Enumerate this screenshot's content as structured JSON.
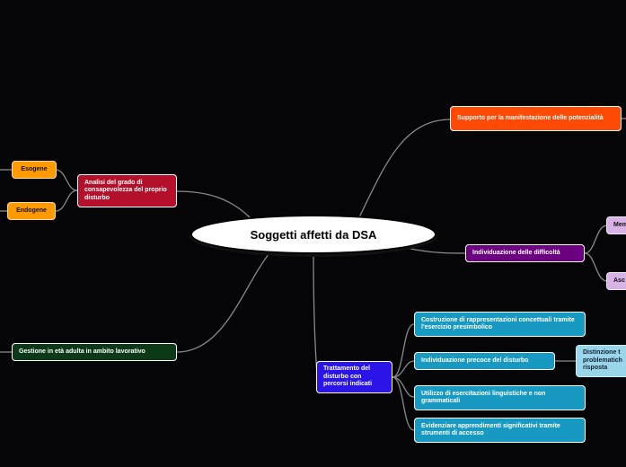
{
  "center": {
    "title": "Soggetti affetti da DSA"
  },
  "nodes": {
    "supporto": "Supporto per la manifestazione delle potenzialità",
    "individuazione_difficolta": "Individuazione delle difficoltà",
    "mem": "Mem",
    "asc": "Asc",
    "analisi": "Analisi del grado di consapevolezza del proprio disturbo",
    "esogene": "Esogene",
    "endogene": "Endogene",
    "gestione": "Gestione in età adulta in ambito lavorativo",
    "trattamento": "Trattamento del disturbo con percorsi indicati",
    "costruzione": "Costruzione di rappresentazioni concettuali tramite l'esercizio presimbolico",
    "individuazione_precoce": "Individuazione precoce del disturbo",
    "distinzione": "Distinzione t problematich risposta",
    "utilizzo": "Utilizzo di esercitazioni linguistiche e non grammaticali",
    "evidenziare": "Evidenziare apprendimenti significativi tramite strumenti di accesso"
  },
  "colors": {
    "background": "#050507",
    "supporto": "#ff4a06",
    "individuazione_difficolta": "#6b0080",
    "purple_children": "#d7b3e6",
    "analisi": "#b5102b",
    "orange_children": "#ff9a00",
    "gestione": "#0c3a18",
    "trattamento": "#2a14e8",
    "teal": "#1899c2",
    "light_teal": "#9ad6ea",
    "link": "#8a8a8a"
  }
}
